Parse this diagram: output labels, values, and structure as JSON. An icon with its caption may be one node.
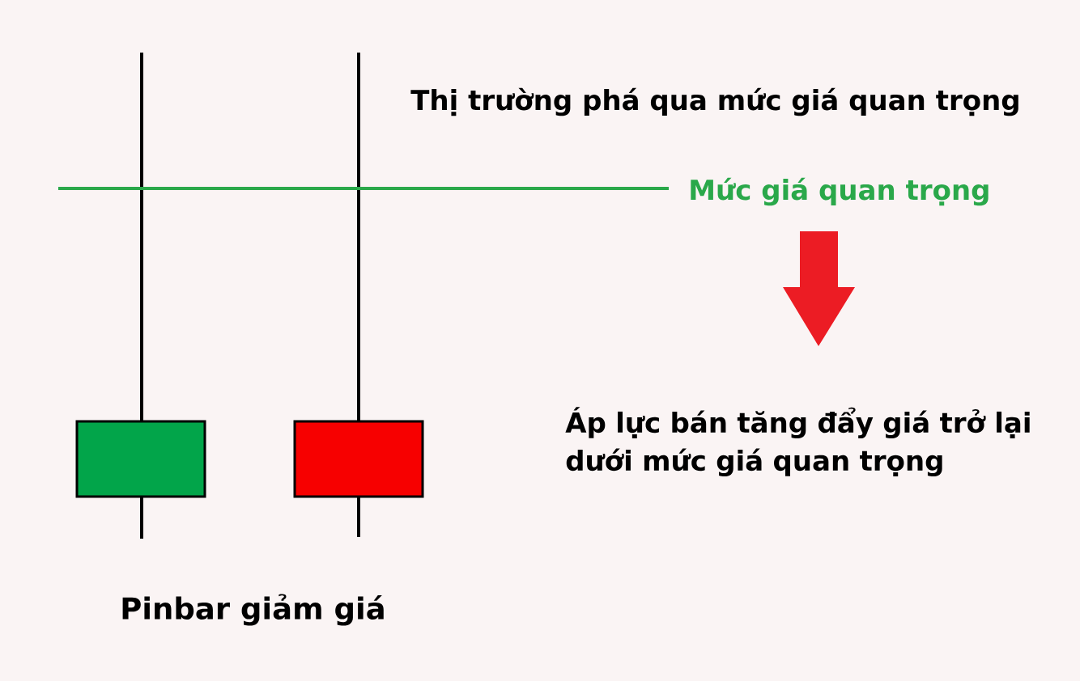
{
  "diagram": {
    "labels": [
      "Thị trường phá qua mức giá quan trọng",
      "Mức giá quan trọng",
      "Áp lực bán tăng đẩy giá trở lại dưới mức giá quan trọng",
      "Pinbar giảm giá"
    ]
  }
}
